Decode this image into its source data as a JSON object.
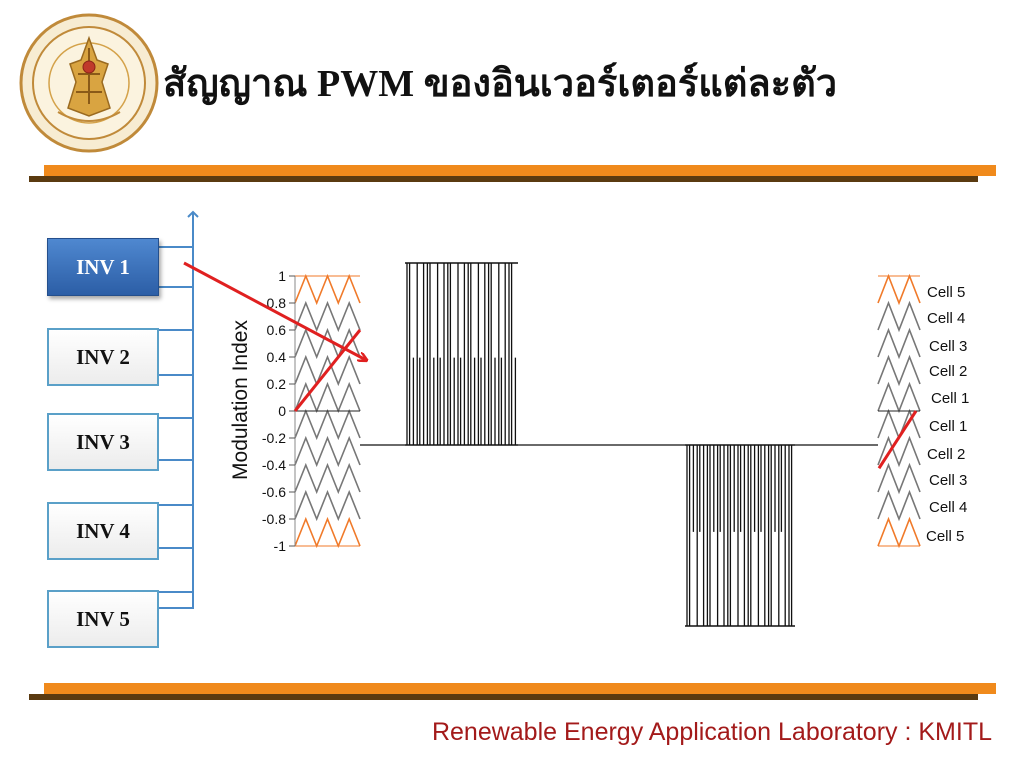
{
  "title": "สัญญาณ PWM ของอินเวอร์เตอร์แต่ละตัว",
  "footer": "Renewable Energy Application Laboratory : KMITL",
  "inverters": [
    "INV 1",
    "INV 2",
    "INV 3",
    "INV 4",
    "INV 5"
  ],
  "active_inverter": "INV 1",
  "colors": {
    "accent_orange": "#f08a1c",
    "rule_dark": "#5a3a10",
    "carrier_gray": "#777777",
    "carrier_orange": "#f07a2a",
    "reference_red": "#e02020",
    "footer_red": "#a31a1a",
    "arrow_blue": "#4a8ac8"
  },
  "chart_data": {
    "type": "line",
    "ylabel": "Modulation Index",
    "yticks": [
      "1",
      "0.8",
      "0.6",
      "0.4",
      "0.2",
      "0",
      "-0.2",
      "-0.4",
      "-0.6",
      "-0.8",
      "-1"
    ],
    "ylim": [
      -1,
      1
    ],
    "carrier_bands": [
      {
        "from": 0.8,
        "to": 1.0,
        "color": "orange"
      },
      {
        "from": 0.6,
        "to": 0.8,
        "color": "gray"
      },
      {
        "from": 0.4,
        "to": 0.6,
        "color": "gray"
      },
      {
        "from": 0.2,
        "to": 0.4,
        "color": "gray"
      },
      {
        "from": 0.0,
        "to": 0.2,
        "color": "gray"
      },
      {
        "from": -0.2,
        "to": 0.0,
        "color": "gray"
      },
      {
        "from": -0.4,
        "to": -0.2,
        "color": "gray"
      },
      {
        "from": -0.6,
        "to": -0.4,
        "color": "gray"
      },
      {
        "from": -0.8,
        "to": -0.6,
        "color": "gray"
      },
      {
        "from": -1.0,
        "to": -0.8,
        "color": "orange"
      }
    ],
    "cell_labels": [
      "Cell 5",
      "Cell 4",
      "Cell 3",
      "Cell 2",
      "Cell 1",
      "Cell 1",
      "Cell 2",
      "Cell 3",
      "Cell 4",
      "Cell 5"
    ],
    "left_reference_line": {
      "from": 0.0,
      "to": 0.6
    },
    "right_reference_line": {
      "from": -0.35,
      "to": 0.0
    },
    "pwm_output": {
      "levels": [
        1,
        0,
        -1
      ]
    }
  }
}
